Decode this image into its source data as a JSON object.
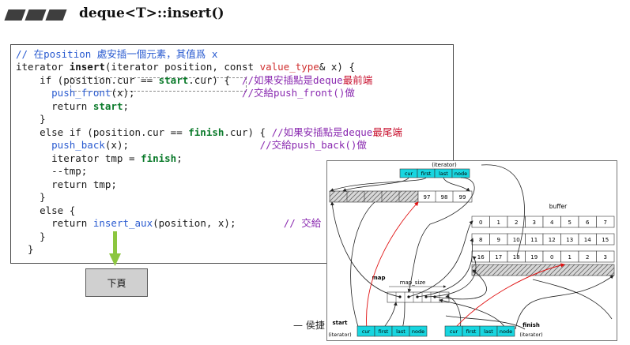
{
  "slide": {
    "title": "deque<T>::insert()",
    "next_button": "下頁",
    "author_text": "— 侯捷 —"
  },
  "code_lines": [
    "// 在position 處安插一個元素，其值爲 x",
    "iterator insert(iterator position, const value_type& x) {",
    "    if (position.cur == start.cur) {  //如果安插點是deque最前端",
    "      push_front(x);                  //交給push_front()做",
    "      return start;",
    "    }",
    "    else if (position.cur == finish.cur) { //如果安插點是deque最尾端",
    "      push_back(x);                      //交給push_back()做",
    "      iterator tmp = finish;",
    "      --tmp;",
    "      return tmp;",
    "    }",
    "    else {",
    "      return insert_aux(position, x);        // 交給 insert_aux() 做",
    "    }",
    "  }"
  ],
  "diagram": {
    "iterator_label": "(iterator)",
    "iterator_fields": [
      "cur",
      "first",
      "last",
      "node"
    ],
    "buffer_label": "buffer",
    "top_buffer_values": [
      "97",
      "98",
      "99"
    ],
    "buffer_rows": [
      [
        "0",
        "1",
        "2",
        "3",
        "4",
        "5",
        "6",
        "7"
      ],
      [
        "8",
        "9",
        "10",
        "11",
        "12",
        "13",
        "14",
        "15"
      ],
      [
        "16",
        "17",
        "18",
        "19",
        "0",
        "1",
        "2",
        "3"
      ]
    ],
    "map_label": "map",
    "map_size_label": "map_size",
    "start_label": "start",
    "start_sub": "(iterator)",
    "finish_label": "finish",
    "finish_sub": "(iterator)",
    "colors": {
      "iterator_cell": "#18d6e0",
      "hatch": "#9a9a9a",
      "red_line": "#e01010"
    }
  }
}
